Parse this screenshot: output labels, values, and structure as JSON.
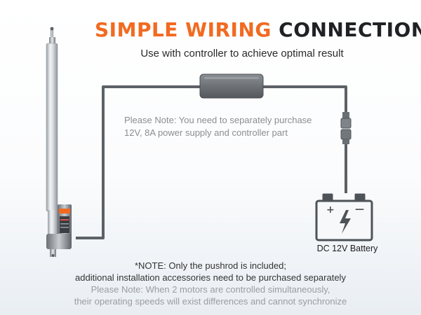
{
  "title": {
    "part1": "SIMPLE WIRING",
    "part2": "CONNECTION"
  },
  "subtitle": "Use with controller to achieve optimal result",
  "power_note": {
    "line1": "Please Note: You need to separately purchase",
    "line2": "12V, 8A power supply and controller part"
  },
  "battery": {
    "label": "DC 12V Battery",
    "plus": "+",
    "minus": "—"
  },
  "footnote": {
    "line1": "*NOTE: Only the pushrod is included;",
    "line2": "additional installation accessories need to be purchased separately",
    "line3": "Please Note: When 2 motors are controlled simultaneously,",
    "line4": "their operating speeds will exist differences and cannot synchronize"
  },
  "colors": {
    "accent": "#f26a21",
    "title_dark": "#1f2124",
    "wire": "#5c6166",
    "note_gray": "#8a8e92"
  }
}
